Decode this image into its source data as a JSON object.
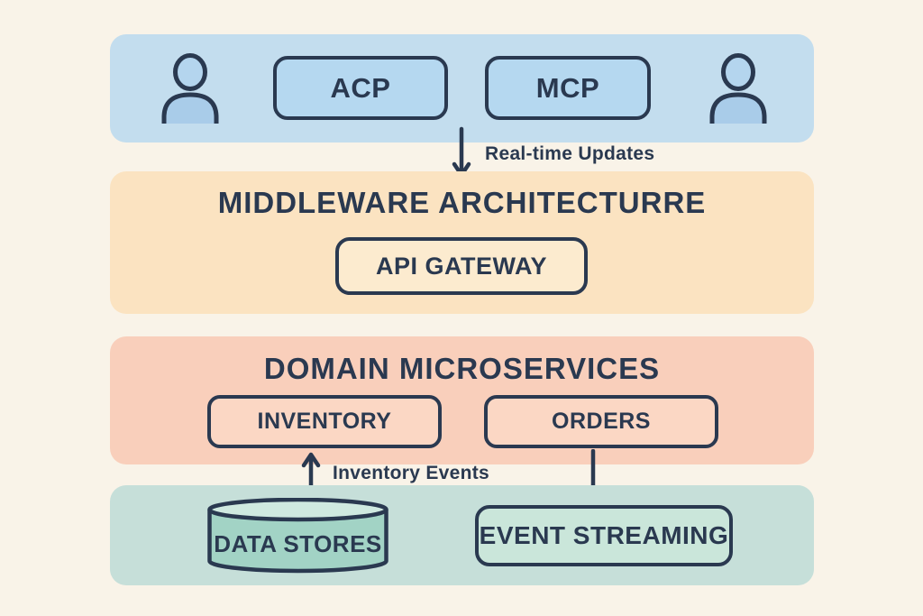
{
  "diagram_title": "Middleware architecture diagram",
  "colors": {
    "bg": "#f9f3e8",
    "navy": "#2a3950",
    "band-blue": "#c3ddee",
    "box-blue": "#b5d8f0",
    "person-head": "#b4d5ee",
    "person-body": "#a9cce9",
    "band-peach": "#fbe3c1",
    "box-peach": "#fcebcf",
    "band-salmon": "#f9cfbb",
    "box-salmon": "#fbd7c4",
    "band-teal": "#c6dfd9",
    "cyl-body": "#a2d3c5",
    "cyl-top": "#cfe9e0",
    "box-teal": "#cae6da"
  },
  "clients_band": {
    "acp_label": "ACP",
    "mcp_label": "MCP"
  },
  "middleware_band": {
    "title": "MIDDLEWARE ARCHITECTURRE",
    "api_gateway_label": "API GATEWAY"
  },
  "microservices_band": {
    "title": "DOMAIN MICROSERVICES",
    "inventory_label": "INVENTORY",
    "orders_label": "ORDERS"
  },
  "data_band": {
    "data_stores_label": "DATA STORES",
    "event_streaming_label": "EVENT STREAMING"
  },
  "flows": {
    "realtime_updates_label": "Real-time Updates",
    "inventory_events_label": "Inventory Events"
  }
}
